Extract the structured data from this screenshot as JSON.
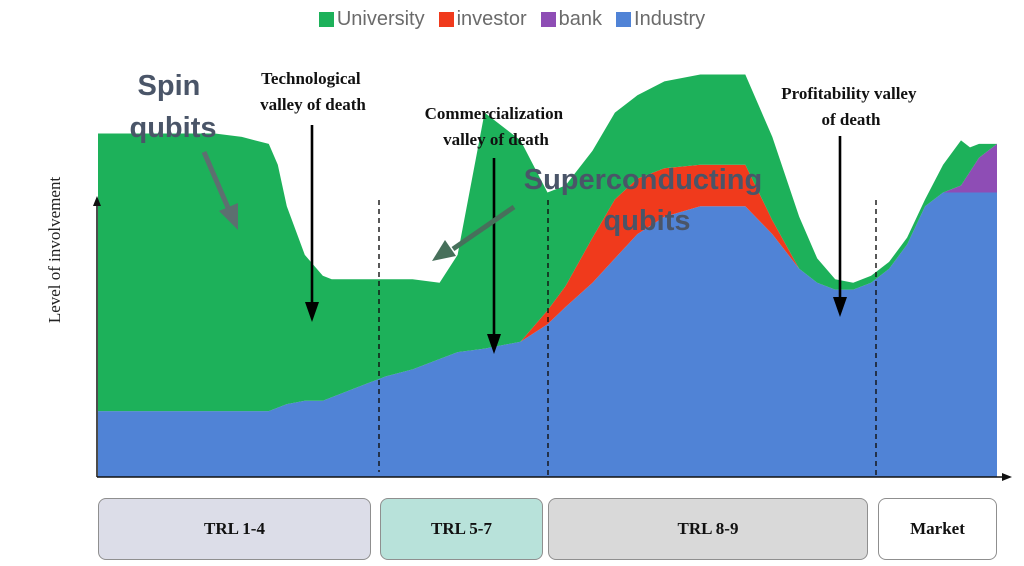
{
  "chart_data": {
    "type": "area",
    "ylabel": "Level of involvement",
    "xlabel": "",
    "ylim": [
      0,
      100
    ],
    "legend": {
      "position": "top",
      "items": [
        {
          "label": "University",
          "color": "#1db15a"
        },
        {
          "label": "investor",
          "color": "#f03a1c"
        },
        {
          "label": "bank",
          "color": "#8e4db5"
        },
        {
          "label": "Industry",
          "color": "#5083d6"
        }
      ]
    },
    "phases": [
      {
        "label": "TRL 1-4",
        "color": "#dcdde8"
      },
      {
        "label": "TRL 5-7",
        "color": "#b8e2da"
      },
      {
        "label": "TRL 8-9",
        "color": "#d9d9d9"
      },
      {
        "label": "Market",
        "color": "#ffffff"
      }
    ],
    "annotations": {
      "technological": "Technological valley of death",
      "commercialization": "Commercialization valley of death",
      "profitability": "Profitability valley of death",
      "spin": "Spin qubits",
      "superconducting": "Superconducting qubits"
    },
    "x": [
      0,
      2,
      4,
      6,
      8,
      10,
      13,
      16,
      19,
      20,
      21,
      23,
      25,
      26,
      27,
      28,
      29,
      30,
      32,
      35,
      38,
      40,
      43,
      47,
      50,
      52,
      55,
      57.5,
      60,
      63,
      67,
      72,
      75,
      78,
      80,
      82,
      84,
      86,
      88,
      90,
      92,
      94,
      96,
      97,
      98,
      100
    ],
    "series": [
      {
        "name": "Industry",
        "values": [
          19,
          19,
          19,
          19,
          19,
          19,
          19,
          19,
          19,
          20,
          21,
          22,
          22,
          23,
          24,
          25,
          26,
          27,
          29,
          31,
          34,
          36,
          37,
          39,
          44,
          49,
          56,
          63,
          70,
          75,
          78,
          78,
          70,
          60,
          56,
          54,
          54,
          56,
          60,
          67,
          78,
          82,
          82,
          82,
          82,
          82
        ]
      },
      {
        "name": "investor",
        "values": [
          0,
          0,
          0,
          0,
          0,
          0,
          0,
          0,
          0,
          0,
          0,
          0,
          0,
          0,
          0,
          0,
          0,
          0,
          0,
          0,
          0,
          0,
          0,
          0,
          4,
          6,
          13,
          17,
          16,
          14,
          12,
          12,
          4,
          0,
          0,
          0,
          0,
          0,
          0,
          0,
          0,
          0,
          0,
          0,
          0,
          0
        ]
      },
      {
        "name": "bank",
        "values": [
          0,
          0,
          0,
          0,
          0,
          0,
          0,
          0,
          0,
          0,
          0,
          0,
          0,
          0,
          0,
          0,
          0,
          0,
          0,
          0,
          0,
          0,
          0,
          0,
          0,
          0,
          0,
          0,
          0,
          0,
          0,
          0,
          0,
          0,
          0,
          0,
          0,
          0,
          0,
          0,
          0,
          0,
          2,
          6,
          10,
          14
        ]
      },
      {
        "name": "University",
        "values": [
          80,
          80,
          80,
          80,
          80,
          80,
          80,
          79,
          77,
          70,
          57,
          42,
          36,
          34,
          33,
          32,
          31,
          30,
          28,
          26,
          22,
          28,
          68,
          58,
          34,
          29,
          25,
          25,
          24,
          25,
          26,
          26,
          24,
          15,
          7,
          3,
          2,
          2,
          2,
          2,
          2,
          8,
          13,
          7,
          4,
          0
        ]
      }
    ]
  }
}
